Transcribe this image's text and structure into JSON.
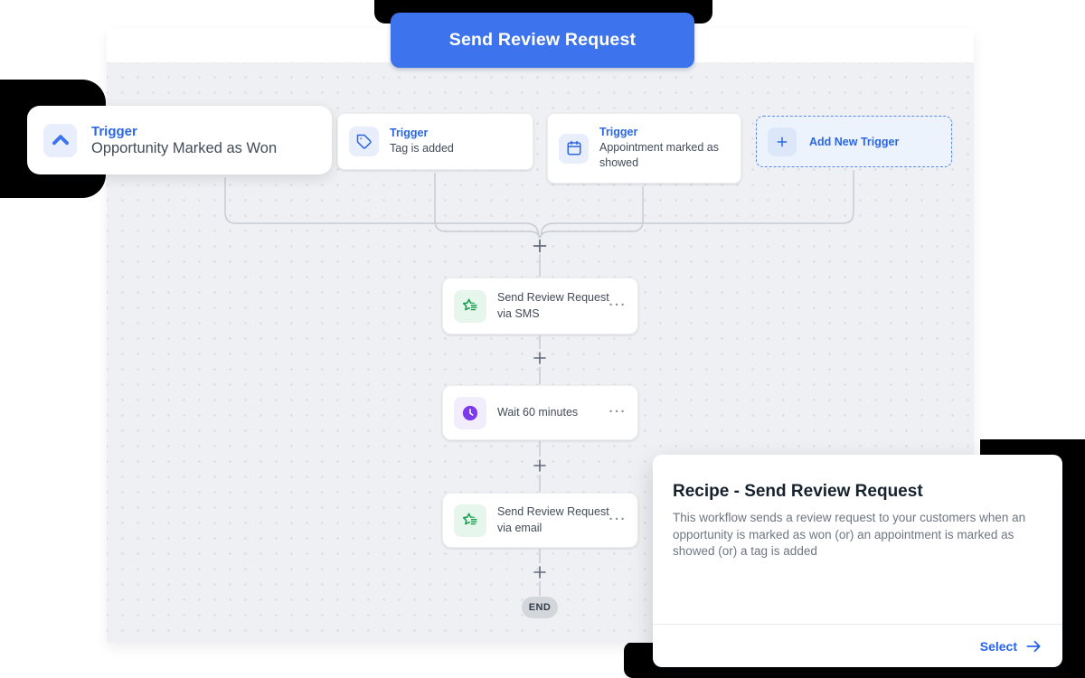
{
  "workflow_button": {
    "label": "Send Review Request"
  },
  "triggers": [
    {
      "label": "Trigger",
      "name": "Opportunity Marked as Won",
      "icon": "chevron-up-icon"
    },
    {
      "label": "Trigger",
      "name": "Tag is added",
      "icon": "tag-icon"
    },
    {
      "label": "Trigger",
      "name": "Appointment marked as showed",
      "icon": "calendar-icon"
    }
  ],
  "add_trigger": {
    "label": "Add New Trigger",
    "icon": "plus-icon"
  },
  "actions": [
    {
      "name": "Send Review Request via SMS",
      "icon": "review-star-icon"
    },
    {
      "name": "Wait 60 minutes",
      "icon": "clock-icon"
    },
    {
      "name": "Send Review Request via email",
      "icon": "review-star-icon"
    }
  ],
  "icons": {
    "more_menu": "···"
  },
  "end_label": "END",
  "recipe_card": {
    "title": "Recipe - Send Review Request",
    "description": "This workflow sends a review request to your customers when an opportunity is marked as won (or) an appointment is marked as showed (or) a tag is added",
    "select_label": "Select"
  },
  "colors": {
    "accent_blue": "#3e73ee",
    "trigger_blue": "#2b66e3",
    "green": "#149f4d",
    "purple": "#7c3aed",
    "canvas_bg": "#eef0f3",
    "connector": "#c7cbd2",
    "annotation_black": "#000000"
  }
}
